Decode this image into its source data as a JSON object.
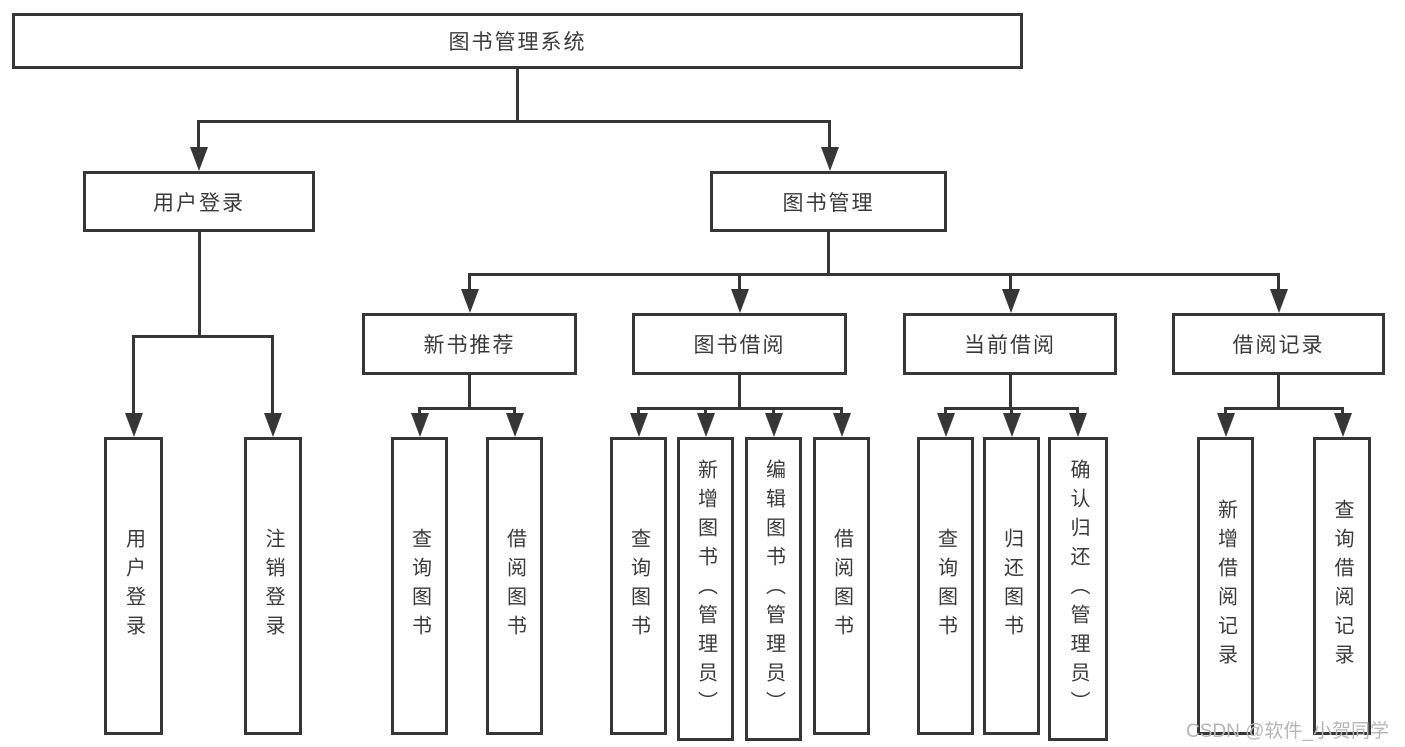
{
  "tree": {
    "root": {
      "label": "图书管理系统"
    },
    "branches": [
      {
        "label": "用户登录",
        "children": [
          {
            "label": "用户登录"
          },
          {
            "label": "注销登录"
          }
        ]
      },
      {
        "label": "图书管理",
        "children": [
          {
            "label": "新书推荐",
            "children": [
              {
                "label": "查询图书"
              },
              {
                "label": "借阅图书"
              }
            ]
          },
          {
            "label": "图书借阅",
            "children": [
              {
                "label": "查询图书"
              },
              {
                "label": "新增图书（管理员）"
              },
              {
                "label": "编辑图书（管理员）"
              },
              {
                "label": "借阅图书"
              }
            ]
          },
          {
            "label": "当前借阅",
            "children": [
              {
                "label": "查询图书"
              },
              {
                "label": "归还图书"
              },
              {
                "label": "确认归还（管理员）"
              }
            ]
          },
          {
            "label": "借阅记录",
            "children": [
              {
                "label": "新增借阅记录"
              },
              {
                "label": "查询借阅记录"
              }
            ]
          }
        ]
      }
    ]
  },
  "watermark": {
    "text": "CSDN @软件_小贺同学"
  },
  "colors": {
    "line": "#363636",
    "text": "#3a3a3a",
    "watermark": "#b6b6b6",
    "background": "#ffffff"
  }
}
